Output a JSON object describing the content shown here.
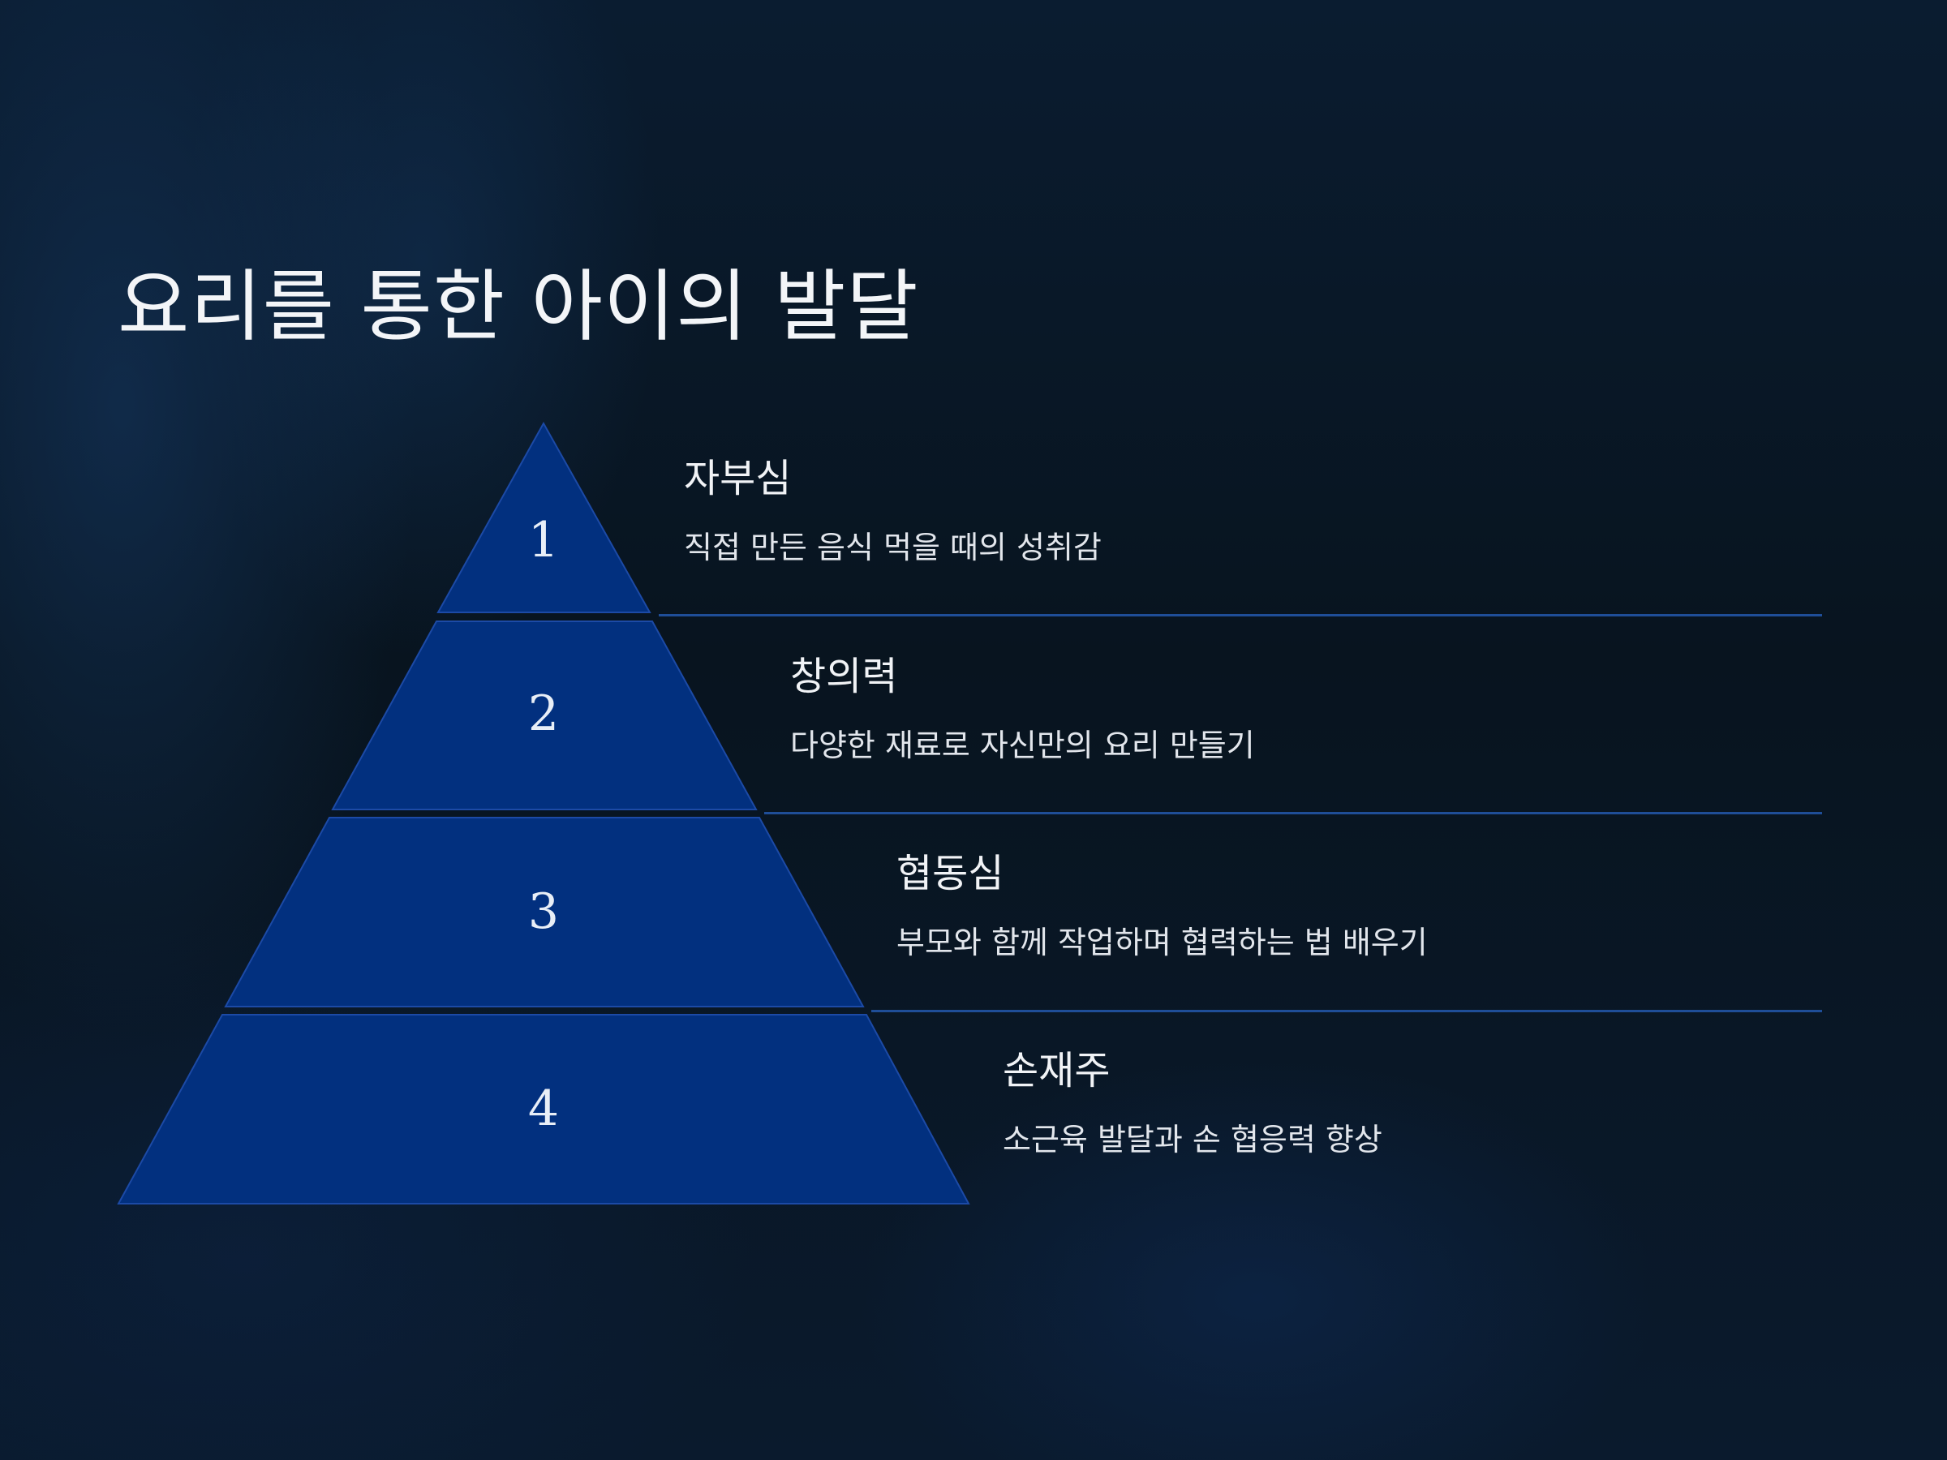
{
  "title": "요리를 통한 아이의 발달",
  "colors": {
    "tier_fill": "#02307f",
    "tier_stroke": "#1c4aa6",
    "divider": "#1f4e98",
    "text": "#f1f3f6"
  },
  "tiers": [
    {
      "number": "1",
      "title": "자부심",
      "description": "직접 만든 음식 먹을 때의 성취감"
    },
    {
      "number": "2",
      "title": "창의력",
      "description": "다양한 재료로 자신만의 요리 만들기"
    },
    {
      "number": "3",
      "title": "협동심",
      "description": "부모와 함께 작업하며 협력하는 법 배우기"
    },
    {
      "number": "4",
      "title": "손재주",
      "description": "소근육 발달과 손 협응력 향상"
    }
  ]
}
